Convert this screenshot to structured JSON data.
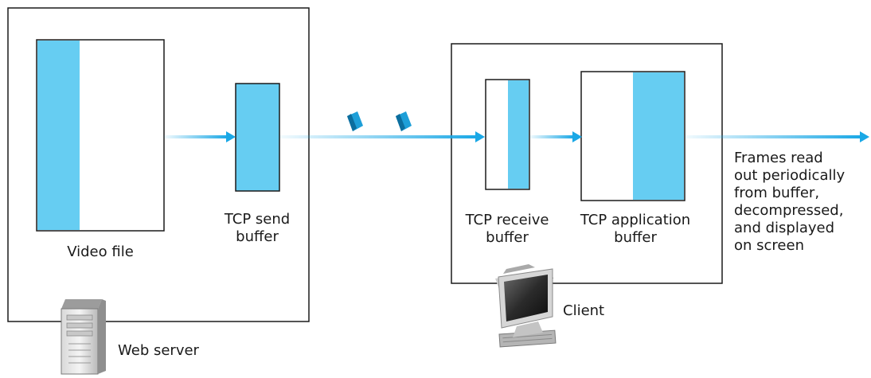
{
  "labels": {
    "video_file": "Video file",
    "tcp_send_line1": "TCP send",
    "tcp_send_line2": "buffer",
    "tcp_receive_line1": "TCP receive",
    "tcp_receive_line2": "buffer",
    "tcp_app_line1": "TCP application",
    "tcp_app_line2": "buffer",
    "client": "Client",
    "web_server": "Web server",
    "frames_lines": [
      "Frames read",
      "out periodically",
      "from buffer,",
      "decompressed,",
      "and displayed",
      "on screen"
    ]
  },
  "colors": {
    "buffer_fill": "#66cdf2",
    "arrow": "#1aa8e6",
    "outline": "#1a1a1a",
    "background": "#ffffff"
  },
  "icons": {
    "server": "web-server-icon",
    "client": "client-computer-icon",
    "packet": "packet-icon"
  }
}
